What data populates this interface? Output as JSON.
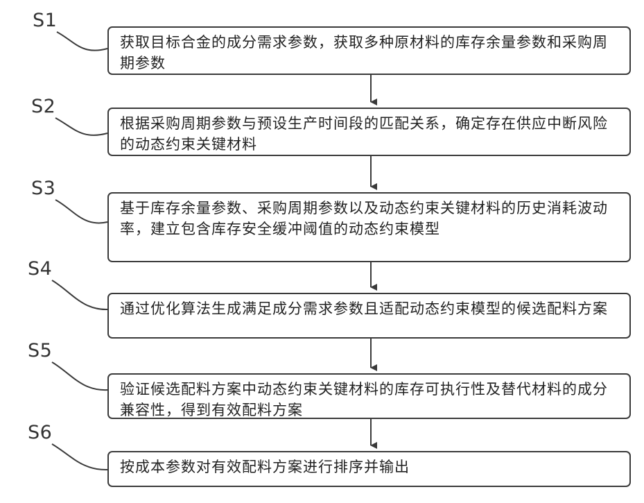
{
  "steps": [
    {
      "id": "S1",
      "text": "获取目标合金的成分需求参数，获取多种原材料的库存余量参数和采购周期参数"
    },
    {
      "id": "S2",
      "text": "根据采购周期参数与预设生产时间段的匹配关系，确定存在供应中断风险的动态约束关键材料"
    },
    {
      "id": "S3",
      "text": "基于库存余量参数、采购周期参数以及动态约束关键材料的历史消耗波动率，建立包含库存安全缓冲阈值的动态约束模型"
    },
    {
      "id": "S4",
      "text": "通过优化算法生成满足成分需求参数且适配动态约束模型的候选配料方案"
    },
    {
      "id": "S5",
      "text": "验证候选配料方案中动态约束关键材料的库存可执行性及替代材料的成分兼容性，得到有效配料方案"
    },
    {
      "id": "S6",
      "text": "按成本参数对有效配料方案进行排序并输出"
    }
  ]
}
